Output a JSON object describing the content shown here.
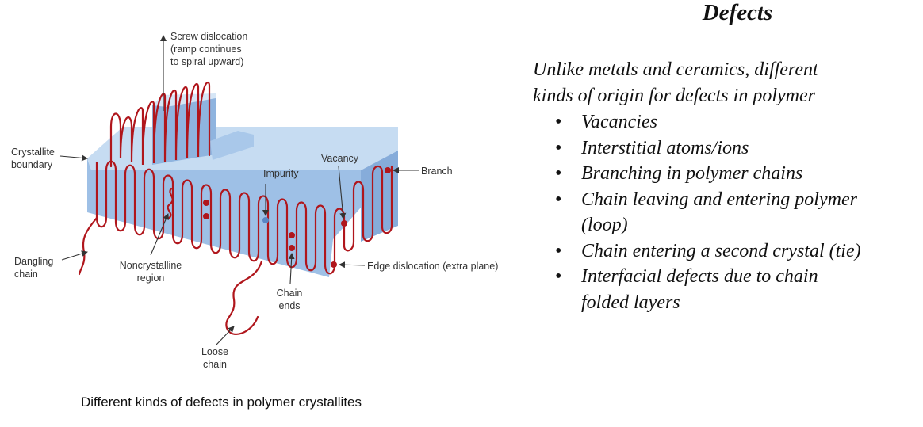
{
  "diagram": {
    "labels": {
      "screw": "Screw dislocation\n(ramp continues\nto spiral upward)",
      "crystallite": "Crystallite\nboundary",
      "impurity": "Impurity",
      "vacancy": "Vacancy",
      "branch": "Branch",
      "dangling": "Dangling\nchain",
      "noncrystalline": "Noncrystalline\nregion",
      "edge": "Edge dislocation (extra plane)",
      "chain_ends": "Chain\nends",
      "loose": "Loose\nchain"
    },
    "caption": "Different kinds of defects in polymer crystallites",
    "colors": {
      "chain": "#b0161c",
      "face_light": "#c6dcf2",
      "face_dark": "#8fb4df",
      "edge_line": "#6d94c8"
    }
  },
  "panel": {
    "title": "Defects",
    "intro": "Unlike metals and ceramics, different\nkinds of origin for defects in polymer",
    "items": [
      "Vacancies",
      "Interstitial atoms/ions",
      "Branching in polymer chains",
      "Chain leaving and entering polymer\n(loop)",
      "Chain entering a second crystal (tie)",
      "Interfacial defects due to chain\nfolded layers"
    ]
  }
}
